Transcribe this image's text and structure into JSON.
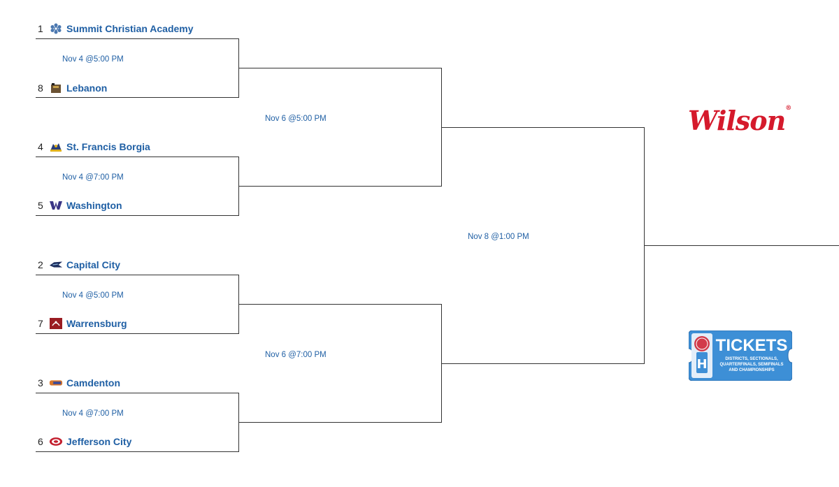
{
  "teams": [
    {
      "seed": "1",
      "name": "Summit Christian Academy",
      "icon": "summit-christian-academy-logo-icon",
      "color": "#4b78b0"
    },
    {
      "seed": "8",
      "name": "Lebanon",
      "icon": "lebanon-logo-icon",
      "color": "#6b5233"
    },
    {
      "seed": "4",
      "name": "St. Francis Borgia",
      "icon": "st-francis-borgia-logo-icon",
      "color": "#2a3f7a"
    },
    {
      "seed": "5",
      "name": "Washington",
      "icon": "washington-logo-icon",
      "color": "#3a3585"
    },
    {
      "seed": "2",
      "name": "Capital City",
      "icon": "capital-city-logo-icon",
      "color": "#1d2f5e"
    },
    {
      "seed": "7",
      "name": "Warrensburg",
      "icon": "warrensburg-logo-icon",
      "color": "#9a1c22"
    },
    {
      "seed": "3",
      "name": "Camdenton",
      "icon": "camdenton-logo-icon",
      "color": "#d8762b"
    },
    {
      "seed": "6",
      "name": "Jefferson City",
      "icon": "jefferson-city-logo-icon",
      "color": "#c3202f"
    }
  ],
  "games": {
    "quarterfinals": [
      "Nov 4 @5:00 PM",
      "Nov 4 @7:00 PM",
      "Nov 4 @5:00 PM",
      "Nov 4 @7:00 PM"
    ],
    "semifinals": [
      "Nov 6 @5:00 PM",
      "Nov 6 @7:00 PM"
    ],
    "final": "Nov 8 @1:00 PM"
  },
  "sponsors": {
    "wilson": {
      "text": "Wilson",
      "color": "#d51a2c"
    },
    "tickets": {
      "headline": "TICKETS",
      "line1": "DISTRICTS, SECTIONALS,",
      "line2": "QUARTERFINALS, SEMIFINALS",
      "line3": "AND CHAMPIONSHIPS",
      "badge_letter": "H",
      "color": "#3d8fd6"
    }
  },
  "colors": {
    "link": "#1f5fa4",
    "line": "#333333"
  }
}
